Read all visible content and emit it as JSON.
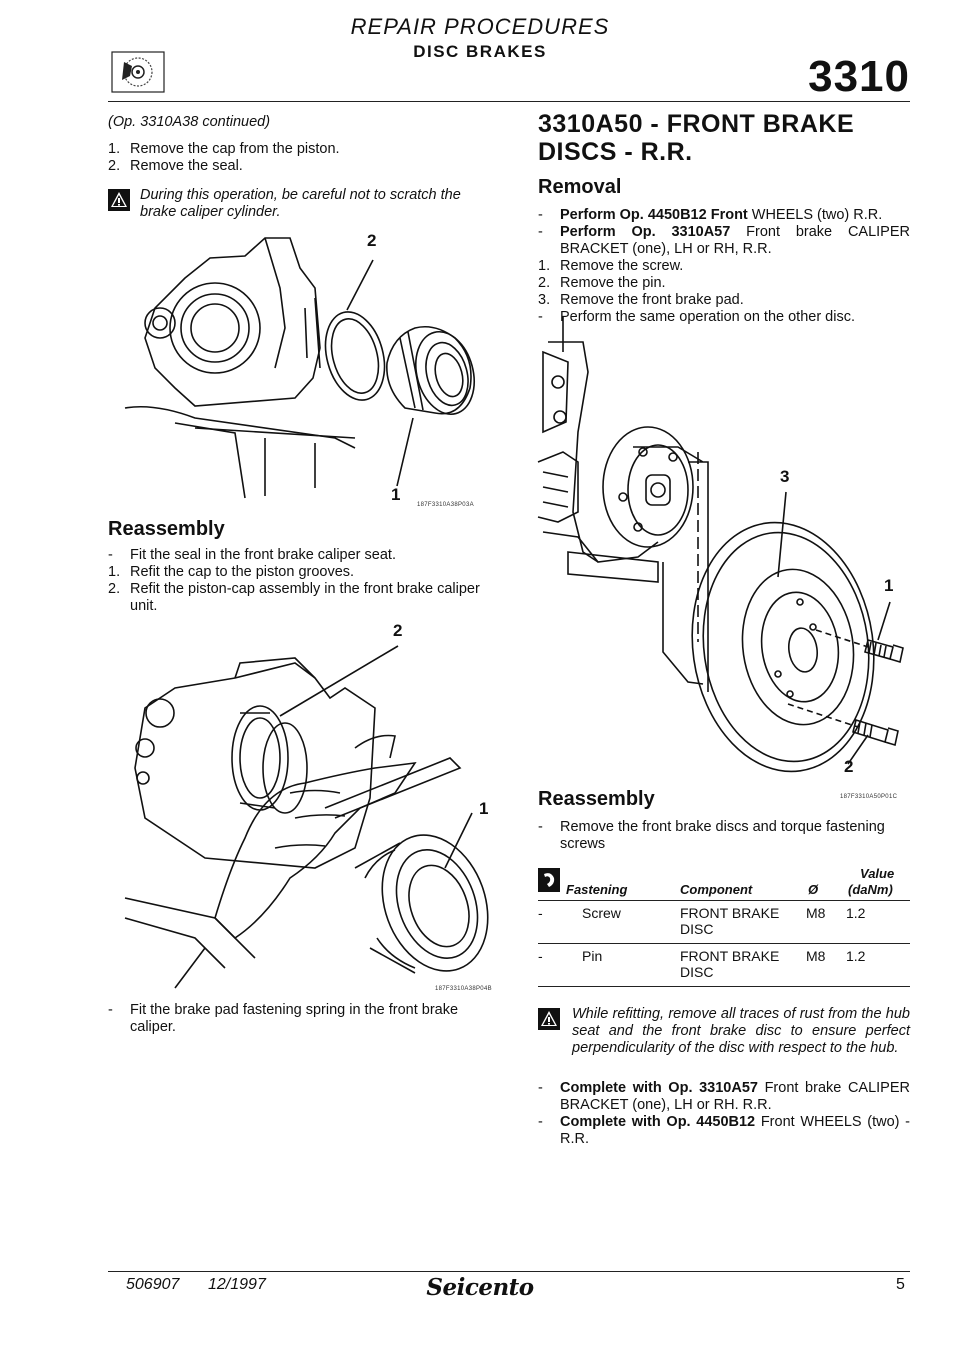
{
  "header": {
    "title": "REPAIR PROCEDURES",
    "subtitle": "DISC BRAKES",
    "section_code": "3310"
  },
  "left": {
    "continued": "(Op. 3310A38 continued)",
    "steps1": [
      {
        "n": "1.",
        "text": "Remove the cap from the piston."
      },
      {
        "n": "2.",
        "text": "Remove the seal."
      }
    ],
    "warning": "During this operation, be careful not to scratch the brake caliper cylinder.",
    "fig1": {
      "label_a": "2",
      "label_b": "1",
      "caption": "187F3310A38P03A"
    },
    "reassembly_heading": "Reassembly",
    "steps2": [
      {
        "n": "-",
        "text": "Fit the seal in the front brake caliper seat."
      },
      {
        "n": "1.",
        "text": "Refit the cap to the piston grooves."
      },
      {
        "n": "2.",
        "text": "Refit the piston-cap assembly in the front brake caliper unit."
      }
    ],
    "fig2": {
      "label_a": "2",
      "label_b": "1",
      "caption": "187F3310A38P04B"
    },
    "final_step": {
      "n": "-",
      "text": "Fit the brake pad fastening spring in the front brake caliper."
    }
  },
  "right": {
    "title_line1": "3310A50 - FRONT BRAKE",
    "title_line2": "DISCS - R.R.",
    "removal_heading": "Removal",
    "removal_steps": [
      {
        "n": "-",
        "bold": "Perform Op. 4450B12 Front",
        "text": " WHEELS (two) R.R."
      },
      {
        "n": "-",
        "bold": "Perform Op. 3310A57",
        "text": " Front brake CALIPER BRACKET (one), LH or RH, R.R."
      },
      {
        "n": "1.",
        "bold": "",
        "text": "Remove the screw."
      },
      {
        "n": "2.",
        "bold": "",
        "text": "Remove the pin."
      },
      {
        "n": "3.",
        "bold": "",
        "text": "Remove the front brake pad."
      },
      {
        "n": "-",
        "bold": "",
        "text": "Perform the same operation on the other disc."
      }
    ],
    "fig3": {
      "label_3": "3",
      "label_1": "1",
      "label_2": "2",
      "caption": "187F3310A50P01C"
    },
    "reassembly_heading": "Reassembly",
    "reassembly_step": {
      "n": "-",
      "text": "Remove the front brake discs and torque fastening screws"
    },
    "table": {
      "headers": {
        "fastening": "Fastening",
        "component": "Component",
        "dia": "Ø",
        "value1": "Value",
        "value2": "(daNm)"
      },
      "rows": [
        {
          "dash": "-",
          "fastening": "Screw",
          "component1": "FRONT BRAKE",
          "component2": "DISC",
          "dia": "M8",
          "value": "1.2"
        },
        {
          "dash": "-",
          "fastening": "Pin",
          "component1": "FRONT BRAKE",
          "component2": "DISC",
          "dia": "M8",
          "value": "1.2"
        }
      ]
    },
    "warning2": "While refitting, remove all traces of rust from the hub seat and the front brake disc to ensure perfect perpendicularity of the disc with respect to the hub.",
    "complete_steps": [
      {
        "n": "-",
        "bold": "Complete with Op. 3310A57",
        "text": " Front brake CALIPER BRACKET (one), LH or RH. R.R."
      },
      {
        "n": "-",
        "bold": "Complete with Op. 4450B12",
        "text": " Front WHEELS (two) - R.R."
      }
    ]
  },
  "footer": {
    "code": "506907",
    "date": "12/1997",
    "brand": "Seicento",
    "page": "5"
  }
}
